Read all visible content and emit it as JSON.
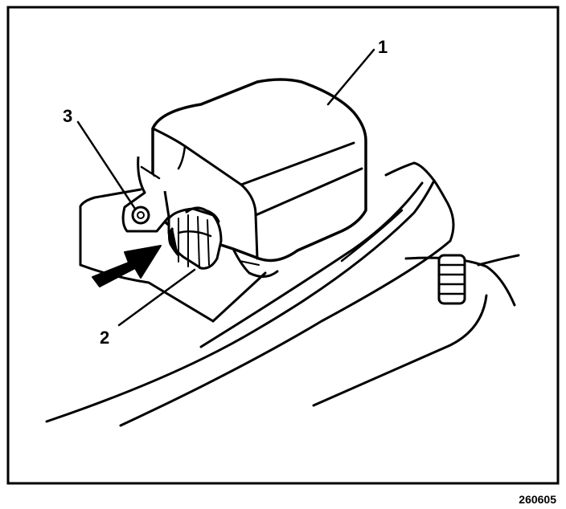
{
  "callouts": {
    "module": "1",
    "connector": "2",
    "fastener": "3"
  },
  "figure_id": "260605",
  "colors": {
    "ink": "#000000",
    "paper": "#ffffff"
  },
  "icons": {
    "direction_arrow": "arrow-right-icon"
  }
}
